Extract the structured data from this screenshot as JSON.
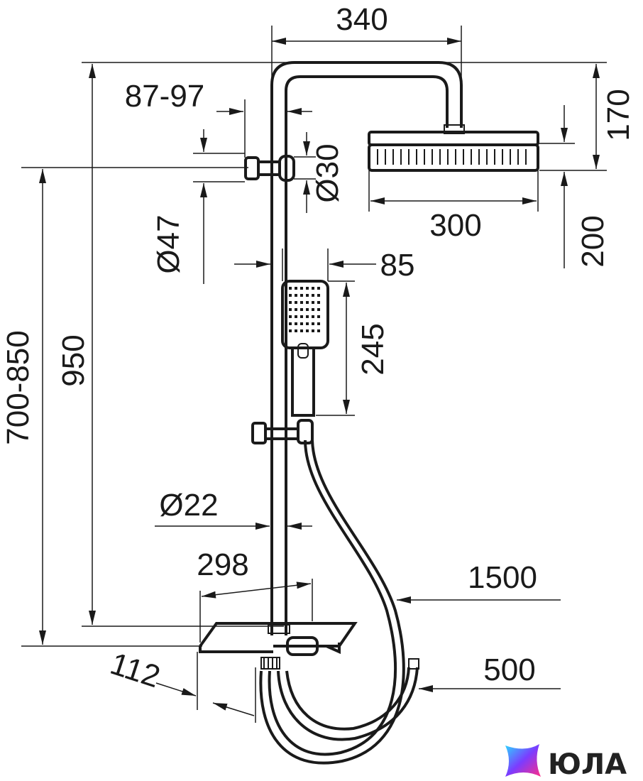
{
  "dimensions": {
    "top_width": "340",
    "wall_offset": "87-97",
    "top_height": "170",
    "diam_30": "Ø30",
    "diam_47": "Ø47",
    "head_width": "300",
    "head_drop": "200",
    "hand_offset": "85",
    "hand_length": "245",
    "height_range": "700-850",
    "total_height": "950",
    "bar_diam": "Ø22",
    "shelf_width": "298",
    "hose_long": "1500",
    "shelf_depth": "112",
    "hose_short": "500"
  },
  "logo": {
    "text": "ЮЛА",
    "colors": [
      "#2bd9ff",
      "#7b3cff",
      "#ff2d87"
    ]
  }
}
